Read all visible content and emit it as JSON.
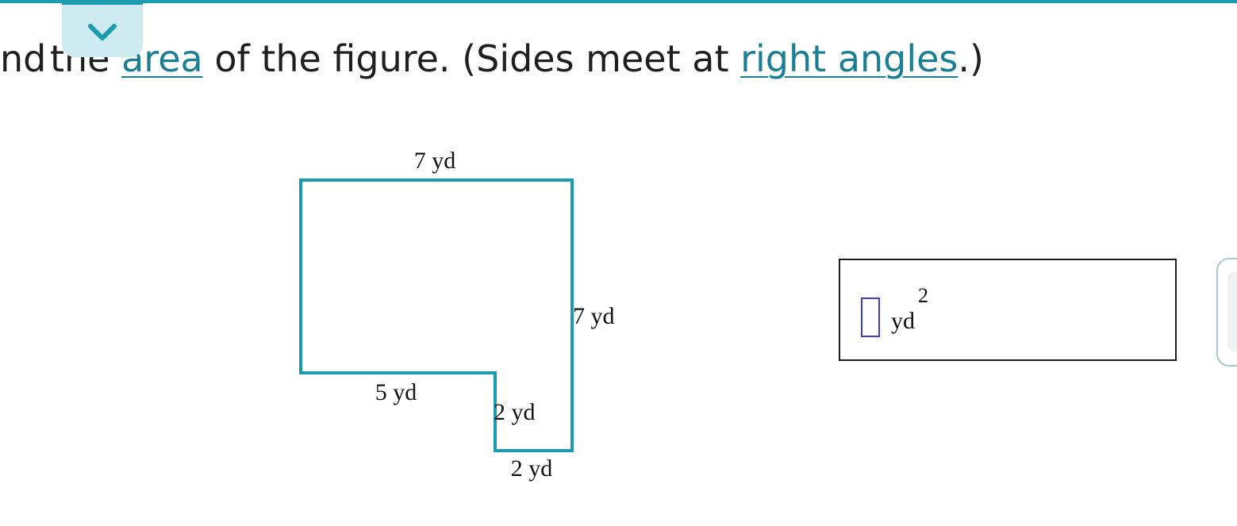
{
  "question": {
    "prefix": "nd ",
    "hidden_word": "the",
    "space1": " ",
    "link1": "area",
    "middle": " of the figure. (Sides meet at ",
    "link2": "right angles",
    "suffix": ".)"
  },
  "figure": {
    "labels": {
      "top": "7 yd",
      "right": "7 yd",
      "bottom_left": "5 yd",
      "notch_side": "2 yd",
      "notch_bottom": "2 yd"
    },
    "stroke_color": "#1a9bb0"
  },
  "answer": {
    "value": "",
    "unit": "yd",
    "exponent": "2"
  },
  "colors": {
    "accent": "#1a9bb0",
    "link": "#1a7e95",
    "input_border": "#3b3bd9"
  },
  "icons": {
    "collapse": "chevron-down-icon"
  }
}
